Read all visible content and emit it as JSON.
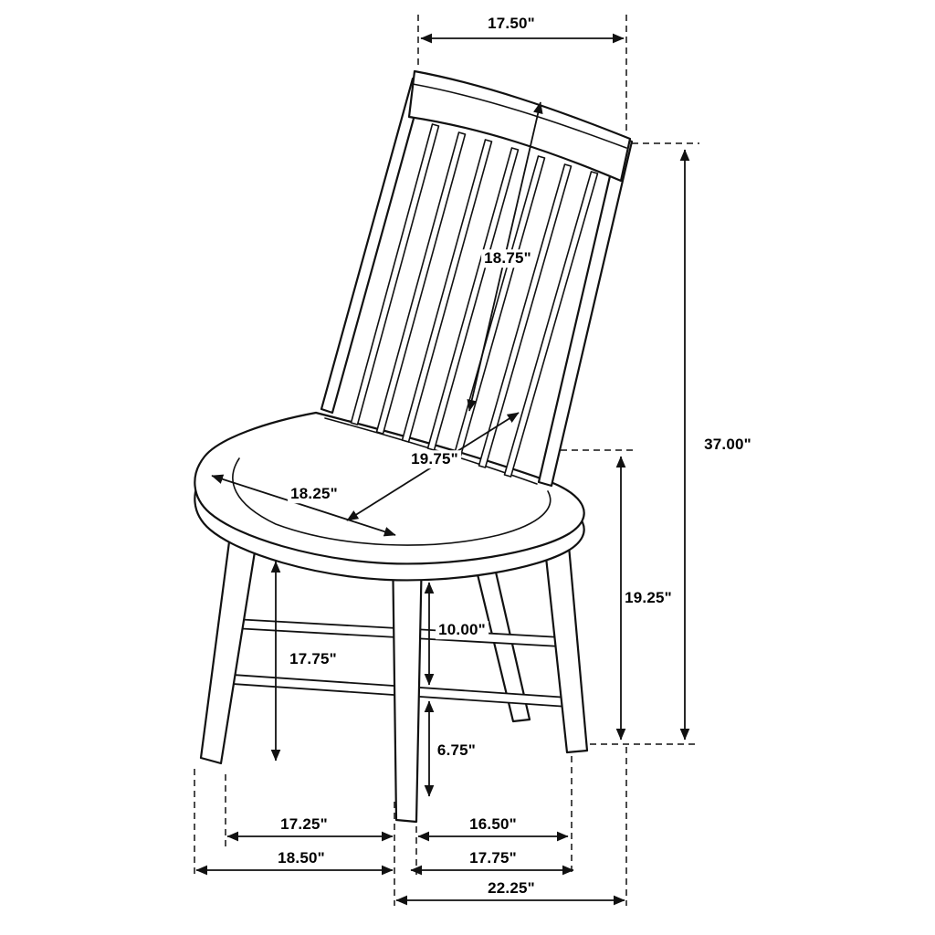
{
  "dims": {
    "top_width": "17.50\"",
    "backrest_length": "18.75\"",
    "overall_height": "37.00\"",
    "seat_back_to_floor": "19.25\"",
    "seat_diagonal_depth": "19.75\"",
    "seat_width": "18.25\"",
    "seat_height": "17.75\"",
    "seat_to_stretcher": "10.00\"",
    "stretcher_to_floor": "6.75\"",
    "front_feet_inner_span": "17.25\"",
    "front_feet_outer_span": "18.50\"",
    "side_feet_inner_span": "16.50\"",
    "side_feet_outer_span": "17.75\"",
    "overall_depth": "22.25\""
  }
}
